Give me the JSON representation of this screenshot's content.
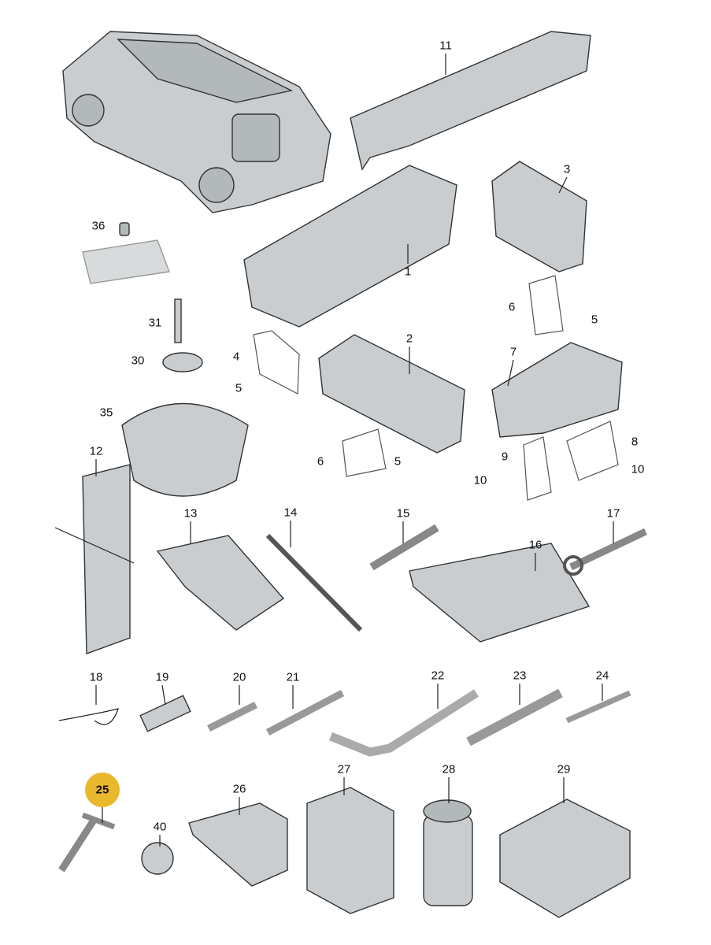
{
  "diagram": {
    "labels": [
      "11",
      "3",
      "36",
      "1",
      "6",
      "5",
      "31",
      "2",
      "7",
      "4",
      "30",
      "5",
      "35",
      "8",
      "6",
      "5",
      "9",
      "12",
      "10",
      "10",
      "13",
      "14",
      "15",
      "17",
      "16",
      "18",
      "19",
      "20",
      "21",
      "22",
      "23",
      "24",
      "25",
      "26",
      "27",
      "28",
      "29",
      "40"
    ],
    "highlighted_label": "25",
    "highlight_color": "#e9b82c"
  }
}
